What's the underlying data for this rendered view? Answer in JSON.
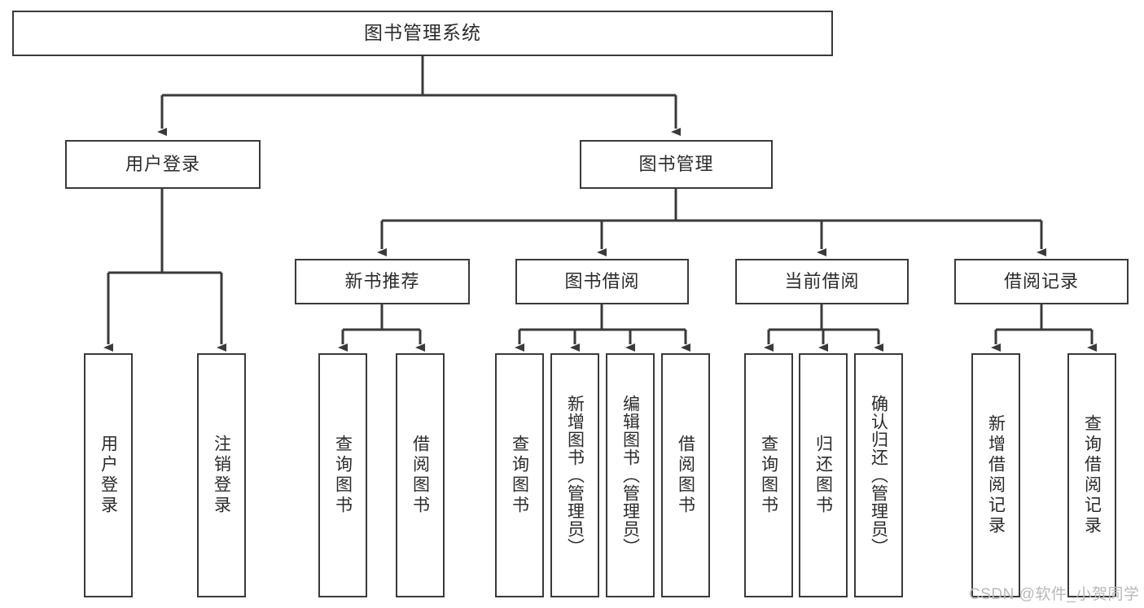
{
  "diagram": {
    "type": "tree-hierarchy",
    "title": "图书管理系统",
    "root": {
      "label": "图书管理系统"
    },
    "level2": [
      {
        "label": "用户登录"
      },
      {
        "label": "图书管理"
      }
    ],
    "level3": [
      {
        "label": "新书推荐"
      },
      {
        "label": "图书借阅"
      },
      {
        "label": "当前借阅"
      },
      {
        "label": "借阅记录"
      }
    ],
    "leaves": {
      "user_login": [
        {
          "label": "用户登录"
        },
        {
          "label": "注销登录"
        }
      ],
      "new_book_recommend": [
        {
          "label": "查询图书"
        },
        {
          "label": "借阅图书"
        }
      ],
      "book_borrow": [
        {
          "label": "查询图书"
        },
        {
          "label": "新增图书（管理员）"
        },
        {
          "label": "编辑图书（管理员）"
        },
        {
          "label": "借阅图书"
        }
      ],
      "current_borrow": [
        {
          "label": "查询图书"
        },
        {
          "label": "归还图书"
        },
        {
          "label": "确认归还（管理员）"
        }
      ],
      "borrow_record": [
        {
          "label": "新增借阅记录"
        },
        {
          "label": "查询借阅记录"
        }
      ]
    }
  },
  "watermark": {
    "text": "CSDN @软件_小贺同学"
  },
  "colors": {
    "stroke": "#3a3a3a",
    "background": "#ffffff",
    "text": "#2b2b2b",
    "watermark": "#b9b9b9"
  }
}
